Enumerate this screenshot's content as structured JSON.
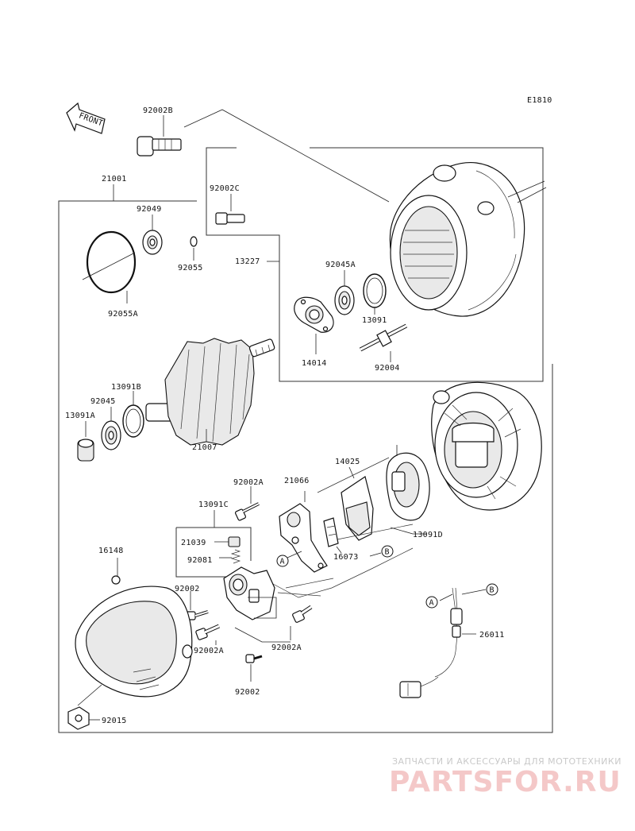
{
  "diagram_code": "E1810",
  "front_label": "FRONT",
  "callouts": {
    "A": "A",
    "B": "B"
  },
  "labels": {
    "p92002B": "92002B",
    "p21001": "21001",
    "p92002C": "92002C",
    "p92049": "92049",
    "p92055": "92055",
    "p13227": "13227",
    "p92045A": "92045A",
    "p92055A": "92055A",
    "p13091": "13091",
    "p14014": "14014",
    "p92004": "92004",
    "p13091B": "13091B",
    "p92045": "92045",
    "p13091A": "13091A",
    "p21007": "21007",
    "p14025": "14025",
    "p92002A_top": "92002A",
    "p21066": "21066",
    "p13091C": "13091C",
    "p13091D": "13091D",
    "p16148": "16148",
    "p21039": "21039",
    "p16073": "16073",
    "p92081": "92081",
    "p92002_mid": "92002",
    "p92002A_left": "92002A",
    "p92002A_right": "92002A",
    "p26011": "26011",
    "p92002_bottom": "92002",
    "p92015": "92015"
  },
  "watermark": {
    "line1": "ЗАПЧАСТИ И АКСЕССУАРЫ ДЛЯ МОТОТЕХНИКИ",
    "line2": "PARTSFOR.RU"
  }
}
